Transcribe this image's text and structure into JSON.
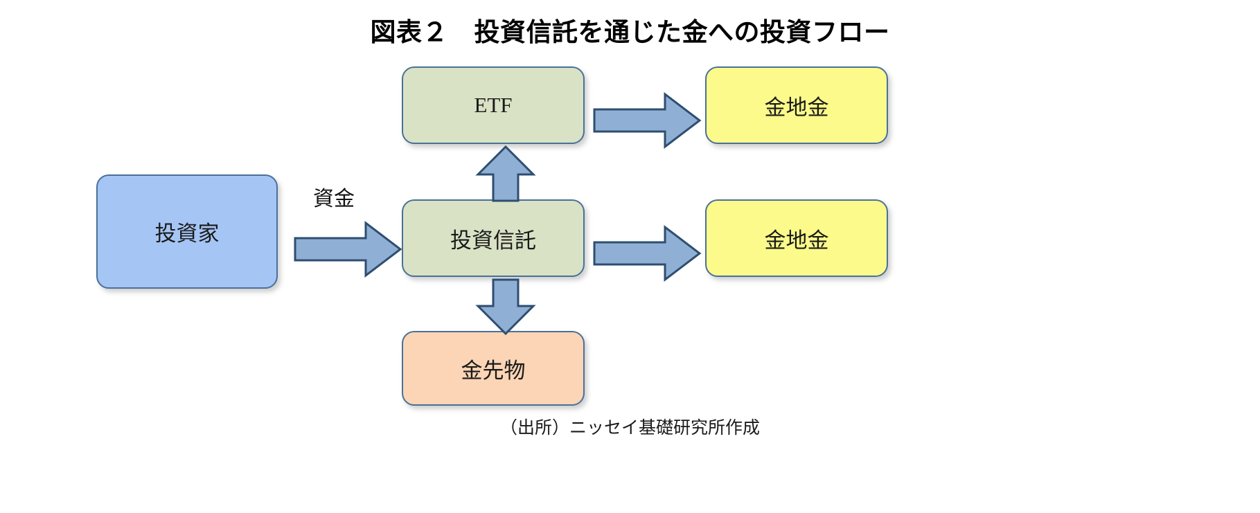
{
  "figure": {
    "title": "図表２　投資信託を通じた金への投資フロー",
    "source_note": "（出所）ニッセイ基礎研究所作成"
  },
  "palette": {
    "green_fill": "#D9E2C4",
    "blue_fill": "#A5C6F5",
    "yellow_fill": "#FBFA8A",
    "peach_fill": "#FBD5B5",
    "node_border": "#4A7099",
    "arrow_fill": "#8FAFD4",
    "arrow_border": "#2E4E70",
    "background": "#FFFFFF"
  },
  "nodes": [
    {
      "id": "etf",
      "label": "ETF",
      "color": "green"
    },
    {
      "id": "gold_top",
      "label": "金地金",
      "color": "yellow"
    },
    {
      "id": "investor",
      "label": "投資家",
      "color": "blue"
    },
    {
      "id": "trust",
      "label": "投資信託",
      "color": "green"
    },
    {
      "id": "gold_mid",
      "label": "金地金",
      "color": "yellow"
    },
    {
      "id": "futures",
      "label": "金先物",
      "color": "peach"
    }
  ],
  "edges": [
    {
      "id": "funds",
      "from": "investor",
      "to": "trust",
      "label": "資金",
      "direction": "right"
    },
    {
      "id": "etf_gold",
      "from": "etf",
      "to": "gold_top",
      "label": "",
      "direction": "right"
    },
    {
      "id": "trust_gold",
      "from": "trust",
      "to": "gold_mid",
      "label": "",
      "direction": "right"
    },
    {
      "id": "trust_etf",
      "from": "trust",
      "to": "etf",
      "label": "",
      "direction": "up"
    },
    {
      "id": "trust_fut",
      "from": "trust",
      "to": "futures",
      "label": "",
      "direction": "down"
    }
  ]
}
